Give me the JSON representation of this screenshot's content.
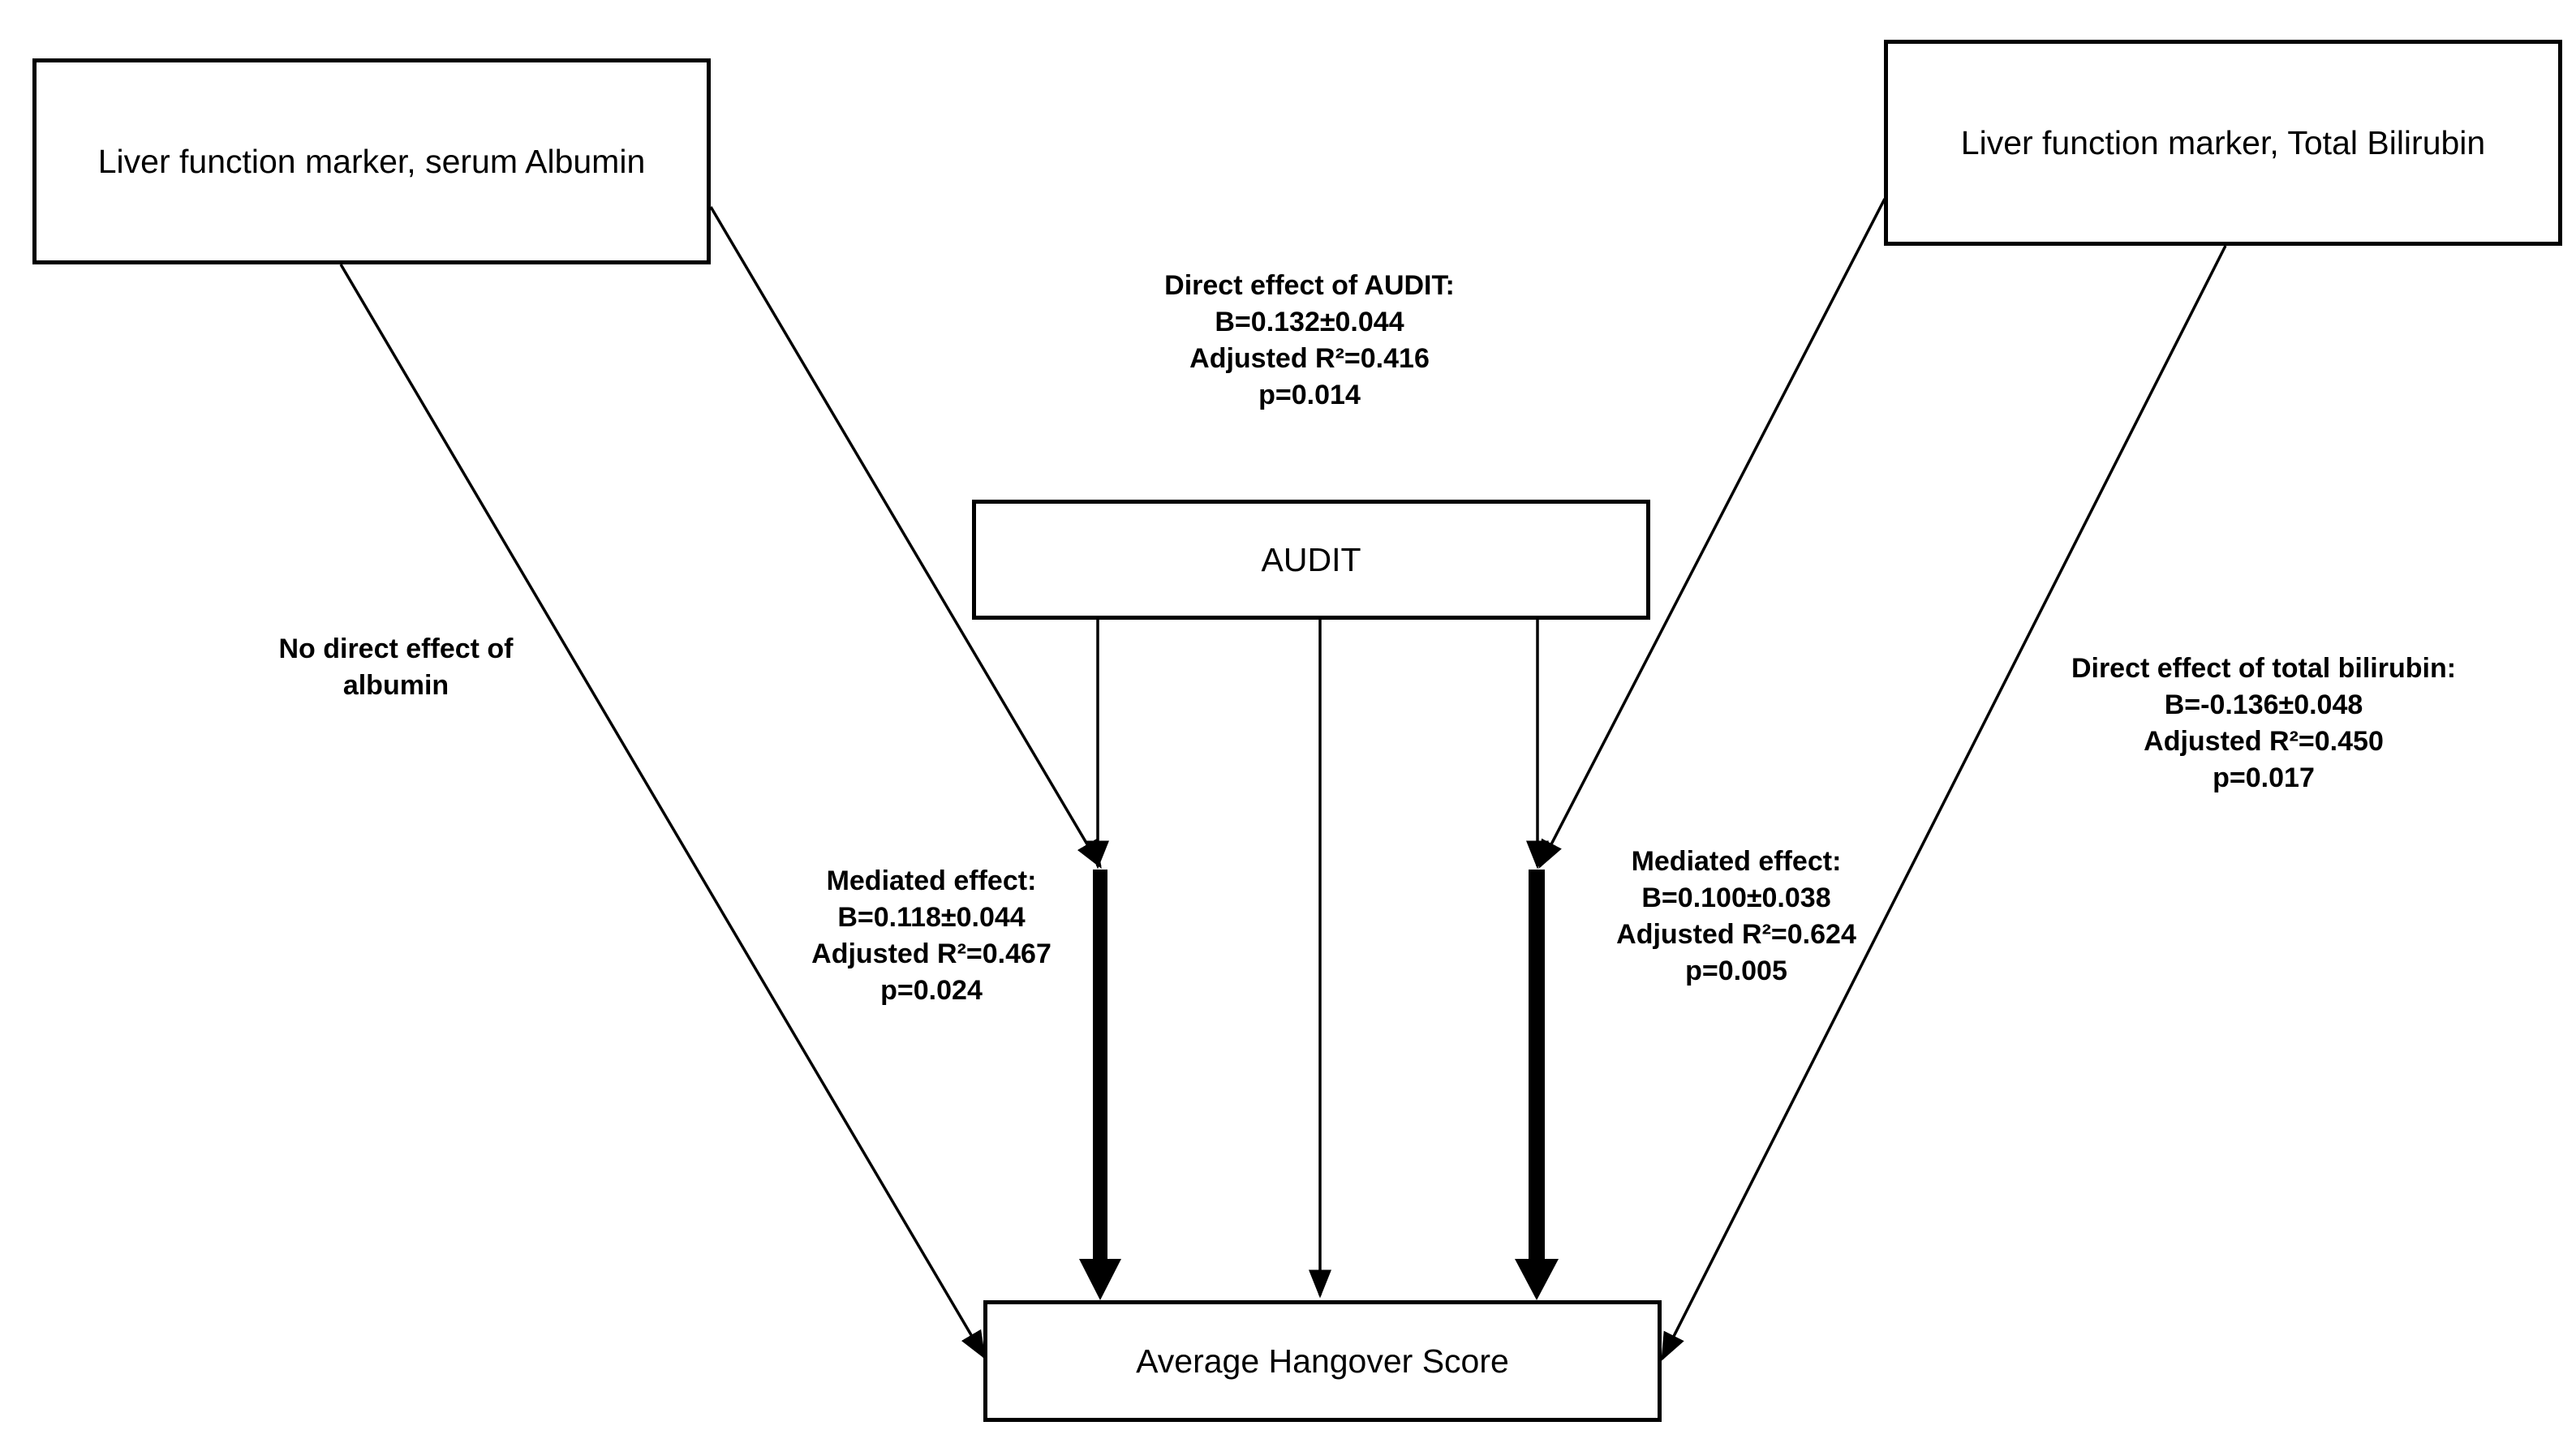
{
  "nodes": {
    "albumin": "Liver function marker, serum Albumin",
    "bilirubin": "Liver function marker, Total Bilirubin",
    "audit": "AUDIT",
    "hangover": "Average Hangover Score"
  },
  "annotations": {
    "direct_audit": {
      "title": "Direct effect of AUDIT:",
      "b": "B=0.132±0.044",
      "r2": "Adjusted R²=0.416",
      "p": "p=0.014"
    },
    "no_albumin": {
      "line1": "No direct effect of",
      "line2": "albumin"
    },
    "direct_bilirubin": {
      "title": "Direct effect of total bilirubin:",
      "b": "B=-0.136±0.048",
      "r2": "Adjusted R²=0.450",
      "p": "p=0.017"
    },
    "mediated_left": {
      "title": "Mediated effect:",
      "b": "B=0.118±0.044",
      "r2": "Adjusted R²=0.467",
      "p": "p=0.024"
    },
    "mediated_right": {
      "title": "Mediated effect:",
      "b": "B=0.100±0.038",
      "r2": "Adjusted R²=0.624",
      "p": "p=0.005"
    }
  },
  "colors": {
    "line": "#000000",
    "background": "#ffffff"
  }
}
